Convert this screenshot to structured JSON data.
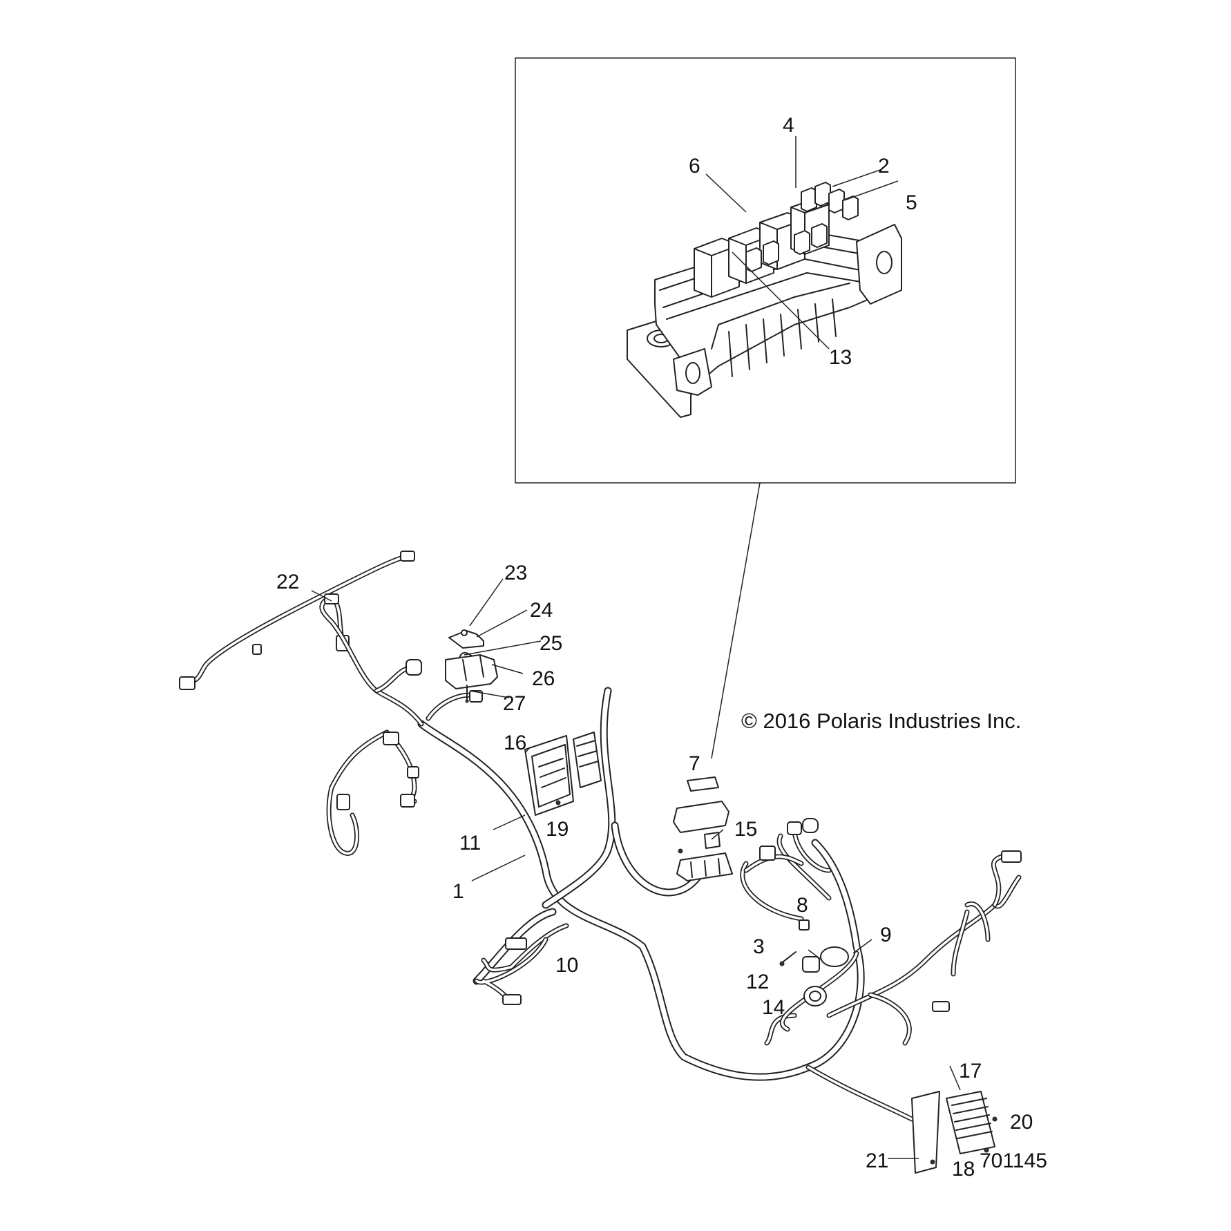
{
  "copyright": "© 2016 Polaris Industries Inc.",
  "diagram_id": "701145",
  "callouts": [
    "1",
    "2",
    "3",
    "4",
    "5",
    "6",
    "7",
    "8",
    "9",
    "10",
    "11",
    "12",
    "13",
    "14",
    "15",
    "16",
    "17",
    "18",
    "19",
    "20",
    "21",
    "22",
    "23",
    "24",
    "25",
    "26",
    "27"
  ]
}
